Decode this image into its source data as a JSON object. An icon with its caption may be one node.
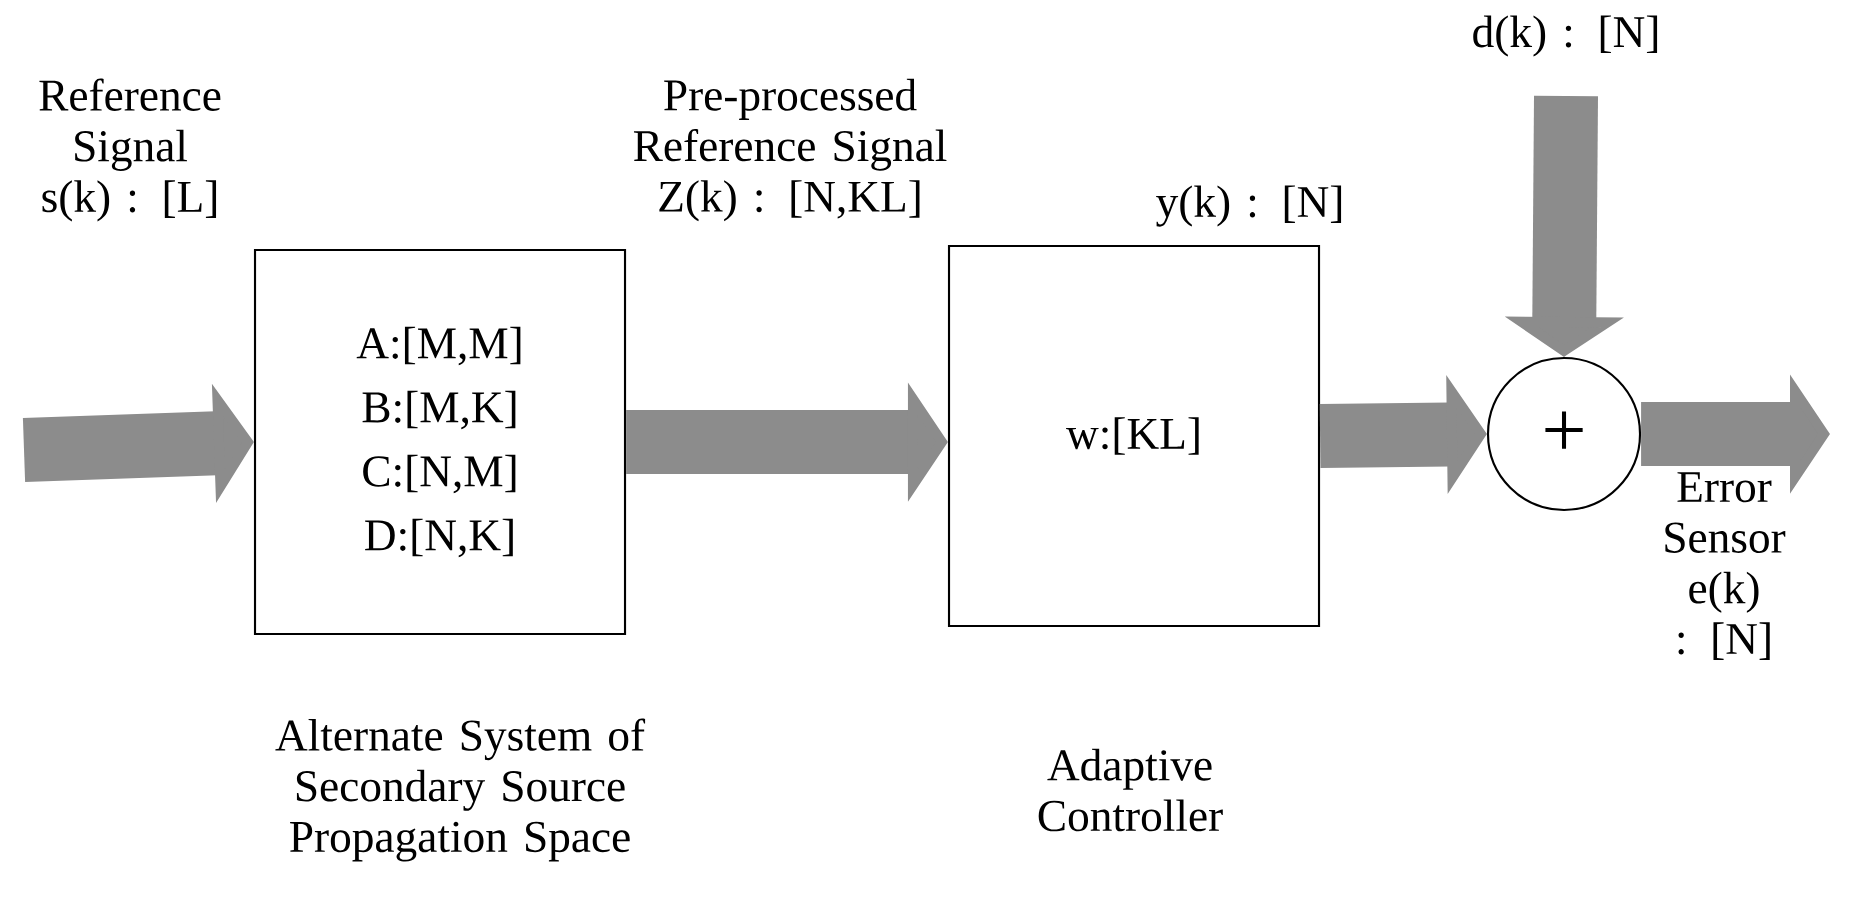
{
  "diagram": {
    "nodes": [
      {
        "text": [
          "A:[M,M]",
          "B:[M,K]",
          "C:[N,M]",
          "D:[N,K]"
        ],
        "beside": [
          "Alternate System of Secondary Source Propagation Space"
        ]
      },
      {
        "text": [
          "w:[KL]"
        ],
        "beside": [
          "Adaptive Controller"
        ]
      },
      {
        "text": [
          "+"
        ]
      }
    ],
    "edges": [
      {
        "from": null,
        "to": 0,
        "arrow": "to",
        "label": "Reference Signal s(k) : [L]"
      },
      {
        "from": 0,
        "to": 1,
        "arrow": "to",
        "label": "Pre-processed Reference Signal Z(k) : [N,KL]"
      },
      {
        "from": 1,
        "to": 2,
        "arrow": "to",
        "label": "y(k) : [N]"
      },
      {
        "from": null,
        "to": 2,
        "arrow": "to",
        "label": "d(k) : [N]"
      },
      {
        "from": 2,
        "to": null,
        "arrow": "to",
        "label": "Error Sensor e(k) : [N]"
      }
    ]
  }
}
